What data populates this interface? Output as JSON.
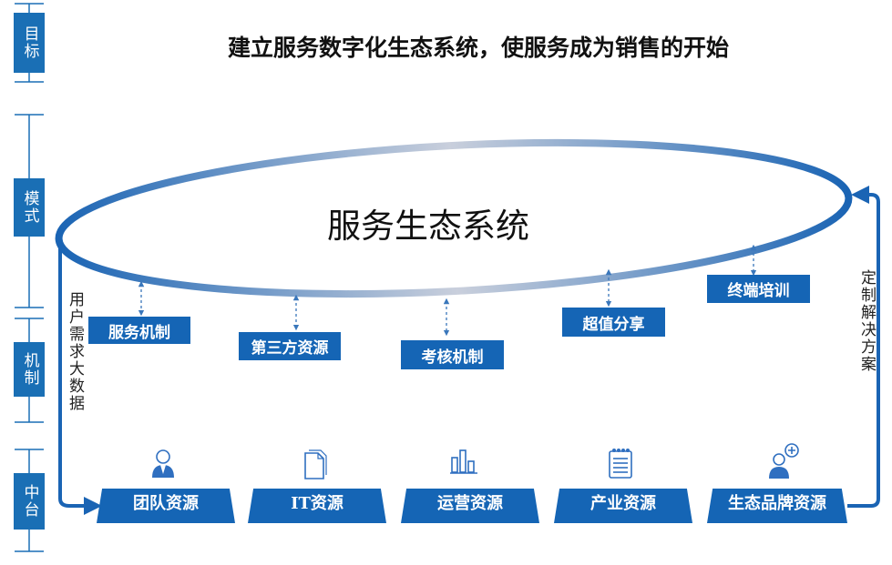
{
  "side_labels": [
    "目标",
    "模式",
    "机制",
    "中台"
  ],
  "goal_title": "建立服务数字化生态系统，使服务成为销售的开始",
  "ecosystem_title": "服务生态系统",
  "mechanism_boxes": [
    "服务机制",
    "第三方资源",
    "考核机制",
    "超值分享",
    "终端培训"
  ],
  "left_flow_label": "用户需求大数据",
  "right_flow_label": "定制解决方案",
  "platform_resources": [
    {
      "label": "团队资源",
      "icon": "user-icon"
    },
    {
      "label": "IT资源",
      "icon": "document-icon"
    },
    {
      "label": "运营资源",
      "icon": "bar-chart-icon"
    },
    {
      "label": "产业资源",
      "icon": "notepad-icon"
    },
    {
      "label": "生态品牌资源",
      "icon": "add-user-icon"
    }
  ],
  "colors": {
    "primary": "#1565b5",
    "accent": "#2f6fc0",
    "text": "#111111"
  }
}
